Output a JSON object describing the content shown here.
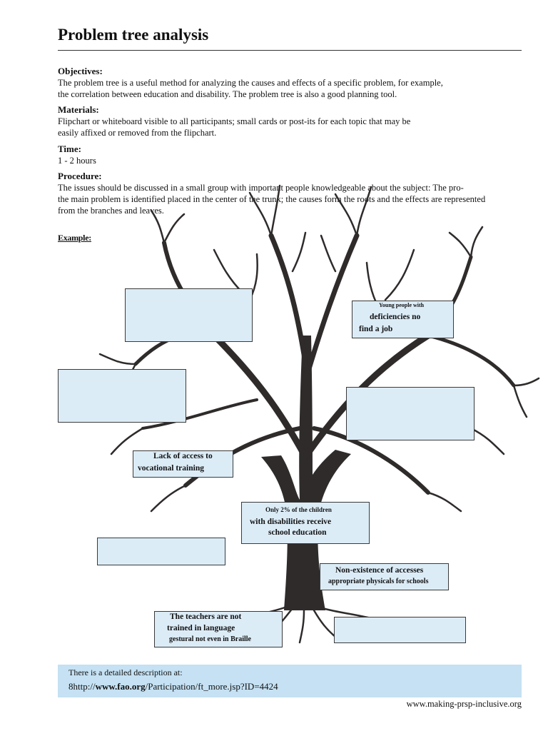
{
  "title": "Problem tree analysis",
  "sections": {
    "objectives": {
      "heading": "Objectives:",
      "body": "The problem tree is a useful method for analyzing the causes and effects of a specific problem, for example,\nthe correlation between education and disability. The problem tree is also a good planning tool."
    },
    "materials": {
      "heading": "Materials:",
      "body": "Flipchart or whiteboard visible to all participants; small cards or post-its for each topic that may be\neasily affixed or removed from the flipchart."
    },
    "time": {
      "heading": "Time:",
      "body": "1 - 2 hours"
    },
    "procedure": {
      "heading": "Procedure:",
      "body": "The issues should be discussed in a small group with important people knowledgeable about the subject: The pro-\nthe main problem is identified placed in the center of the trunk; the causes form the roots and the effects are represented\nfrom the branches and leaves."
    }
  },
  "example_label": "Example:",
  "cards": {
    "young_people": {
      "line1": "Young people with",
      "line2": "deficiencies no",
      "line3": "find a job"
    },
    "vocational": {
      "line1": "Lack of access to",
      "line2": "vocational training"
    },
    "children": {
      "line1": "Only 2% of the children",
      "line2": "with disabilities receive",
      "line3": "school education"
    },
    "accesses": {
      "line1": "Non-existence of accesses",
      "line2": "appropriate physicals for schools"
    },
    "teachers": {
      "line1": "The teachers are not",
      "line2": "trained in language",
      "line3": "gestural not even in Braille"
    }
  },
  "footer": {
    "line1": "There is a detailed description at:",
    "url_prefix": "8http://",
    "url_domain": "www.fao.org",
    "url_path": "/Participation/ft_more.jsp?ID=4424"
  },
  "website": "www.making-prsp-inclusive.org",
  "colors": {
    "card_fill": "#dcecf7",
    "footer_fill": "#c5e1f3",
    "tree": "#2f2b2b"
  }
}
